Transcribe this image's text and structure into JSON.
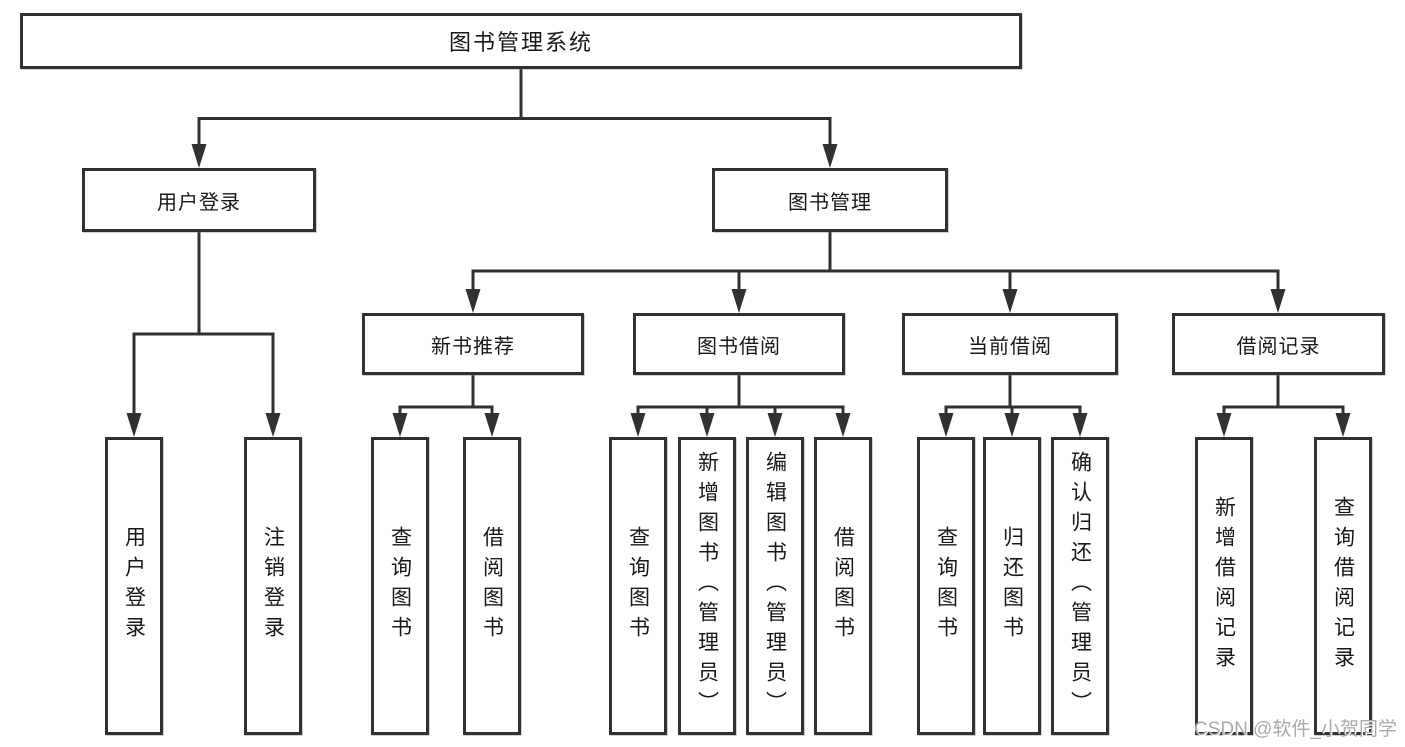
{
  "tree": {
    "root": "图书管理系统",
    "branches": [
      {
        "label": "用户登录",
        "children": [
          "用户登录",
          "注销登录"
        ]
      },
      {
        "label": "图书管理",
        "children": [
          {
            "label": "新书推荐",
            "children": [
              "查询图书",
              "借阅图书"
            ]
          },
          {
            "label": "图书借阅",
            "children": [
              "查询图书",
              "新增图书（管理员）",
              "编辑图书（管理员）",
              "借阅图书"
            ]
          },
          {
            "label": "当前借阅",
            "children": [
              "查询图书",
              "归还图书",
              "确认归还（管理员）"
            ]
          },
          {
            "label": "借阅记录",
            "children": [
              "新增借阅记录",
              "查询借阅记录"
            ]
          }
        ]
      }
    ],
    "colors": {
      "line": "#313131",
      "box_border": "#313131",
      "box_background": "#ffffff",
      "text": "#181818",
      "watermark": "#a9a9a9"
    },
    "watermark": "CSDN @软件_小贺同学"
  }
}
